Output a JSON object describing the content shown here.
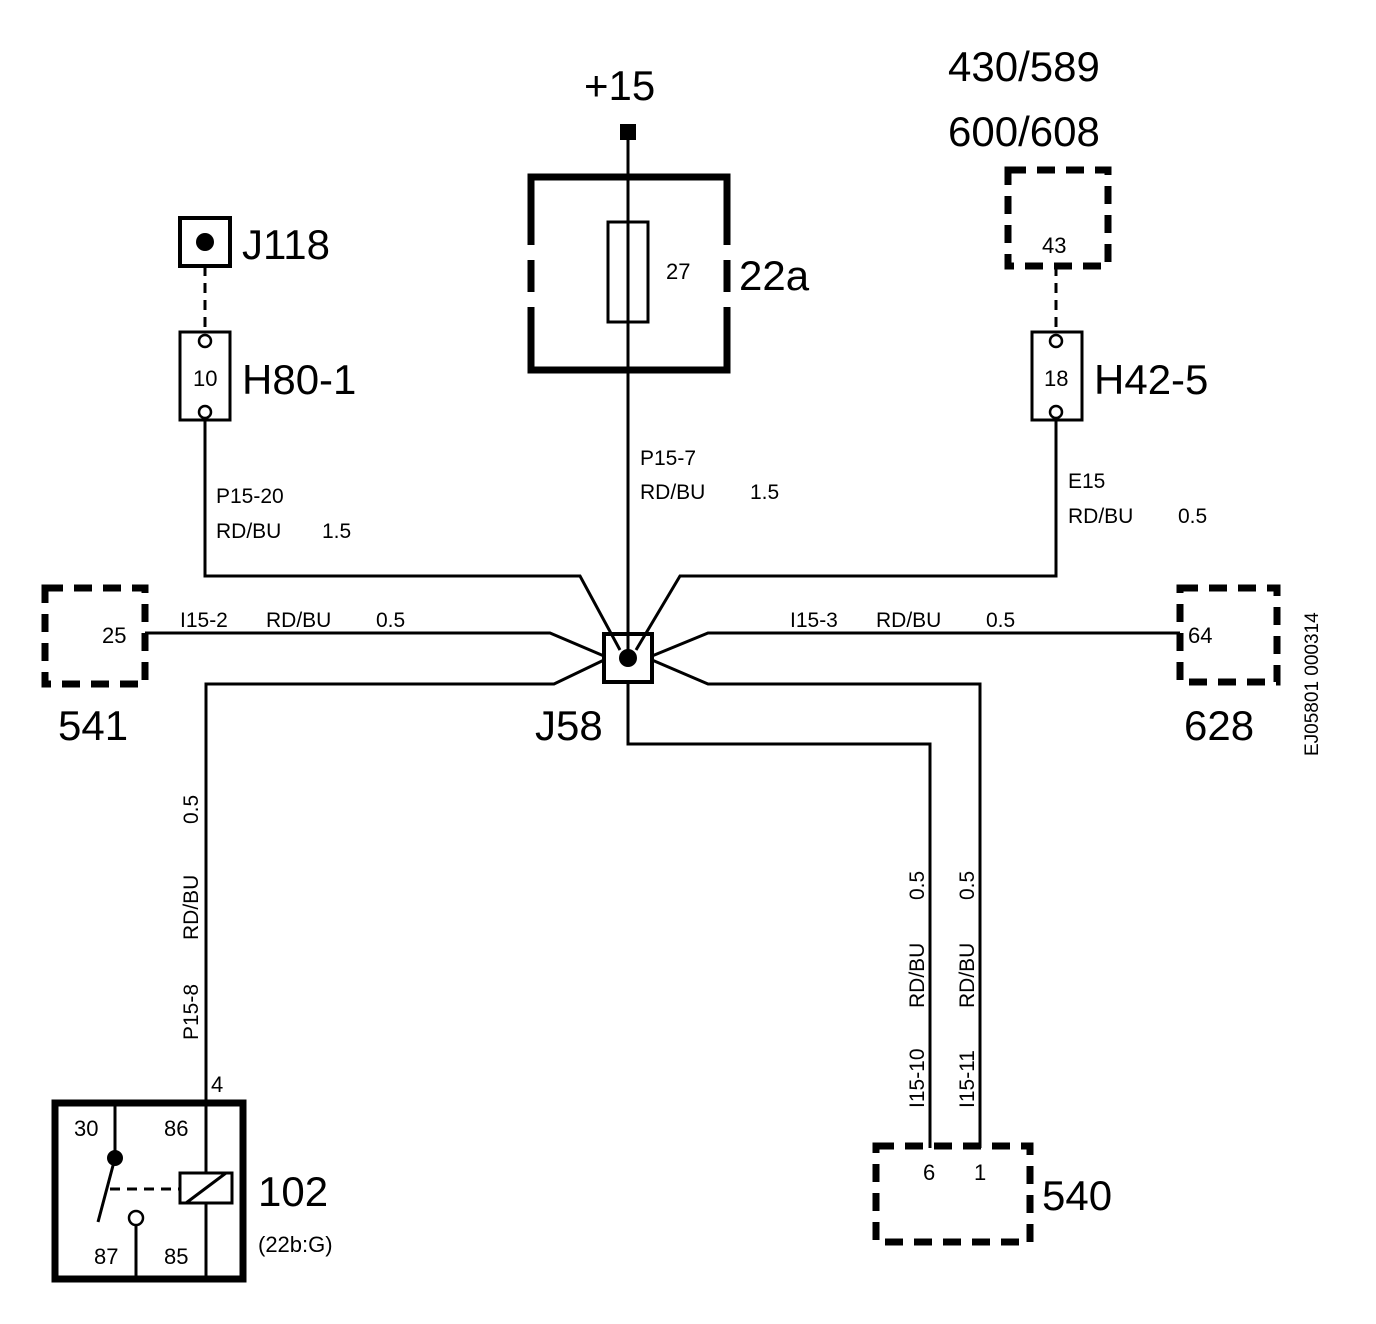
{
  "supply": {
    "label": "+15"
  },
  "fuse_box": {
    "label": "22a",
    "fuse_number": "27"
  },
  "junction": {
    "label": "J58"
  },
  "test_point": {
    "label": "J118"
  },
  "conn_h80": {
    "label": "H80-1",
    "pin": "10"
  },
  "conn_h42": {
    "label": "H42-5",
    "pin": "18"
  },
  "top_right": {
    "label_line1": "430/589",
    "label_line2": "600/608",
    "pin": "43"
  },
  "comp_541": {
    "label": "541",
    "pin": "25"
  },
  "comp_628": {
    "label": "628",
    "pin": "64"
  },
  "comp_540": {
    "label": "540",
    "pin_a": "6",
    "pin_b": "1"
  },
  "relay_102": {
    "label": "102",
    "sublabel": "(22b:G)",
    "pin_30": "30",
    "pin_86": "86",
    "pin_87": "87",
    "pin_85": "85",
    "pin_4": "4"
  },
  "doc_id": "EJ05801 000314",
  "wires": {
    "p15_7": {
      "name": "P15-7",
      "spec": "RD/BU",
      "size": "1.5"
    },
    "p15_20": {
      "name": "P15-20",
      "spec": "RD/BU",
      "size": "1.5"
    },
    "e15": {
      "name": "E15",
      "spec": "RD/BU",
      "size": "0.5"
    },
    "i15_2": {
      "name": "I15-2",
      "spec": "RD/BU",
      "size": "0.5"
    },
    "i15_3": {
      "name": "I15-3",
      "spec": "RD/BU",
      "size": "0.5"
    },
    "p15_8": {
      "name": "P15-8",
      "spec": "RD/BU",
      "size": "0.5"
    },
    "i15_10": {
      "name": "I15-10",
      "spec": "RD/BU",
      "size": "0.5"
    },
    "i15_11": {
      "name": "I15-11",
      "spec": "RD/BU",
      "size": "0.5"
    }
  }
}
